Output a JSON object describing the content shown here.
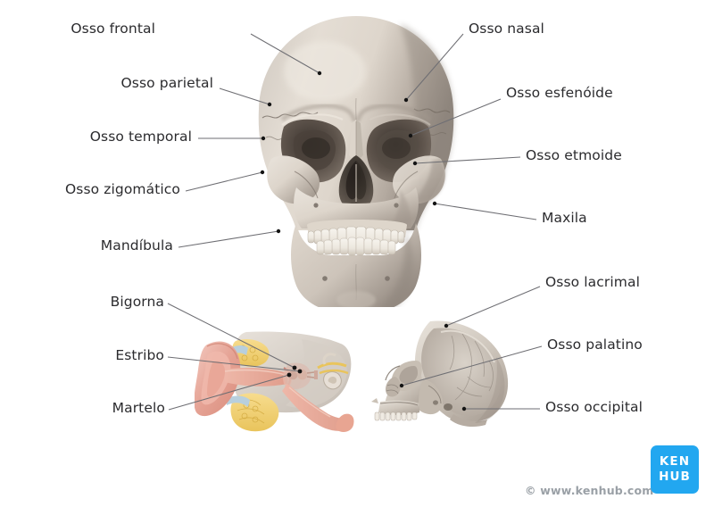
{
  "page": {
    "background": "#ffffff",
    "label_color": "#2b2b2e",
    "leader_color": "#6e6e73",
    "dot_color": "#141414"
  },
  "labels": {
    "osso_frontal": "Osso frontal",
    "osso_parietal": "Osso parietal",
    "osso_temporal": "Osso temporal",
    "osso_zigomatico": "Osso zigomático",
    "mandibula": "Mandíbula",
    "osso_nasal": "Osso nasal",
    "osso_esfenoide": "Osso esfenóide",
    "osso_etmoide": "Osso etmoide",
    "maxila": "Maxila",
    "bigorna": "Bigorna",
    "estribo": "Estribo",
    "martelo": "Martelo",
    "osso_lacrimal": "Osso lacrimal",
    "osso_palatino": "Osso palatino",
    "osso_occipital": "Osso occipital"
  },
  "figures": {
    "anterior_skull": "anterior-skull-illustration",
    "ear_section": "middle-ear-cross-section-illustration",
    "sagittal_skull": "midsagittal-skull-illustration"
  },
  "branding": {
    "logo_line1": "KEN",
    "logo_line2": "HUB",
    "logo_color": "#22a7f0",
    "copyright": "© www.kenhub.com"
  }
}
